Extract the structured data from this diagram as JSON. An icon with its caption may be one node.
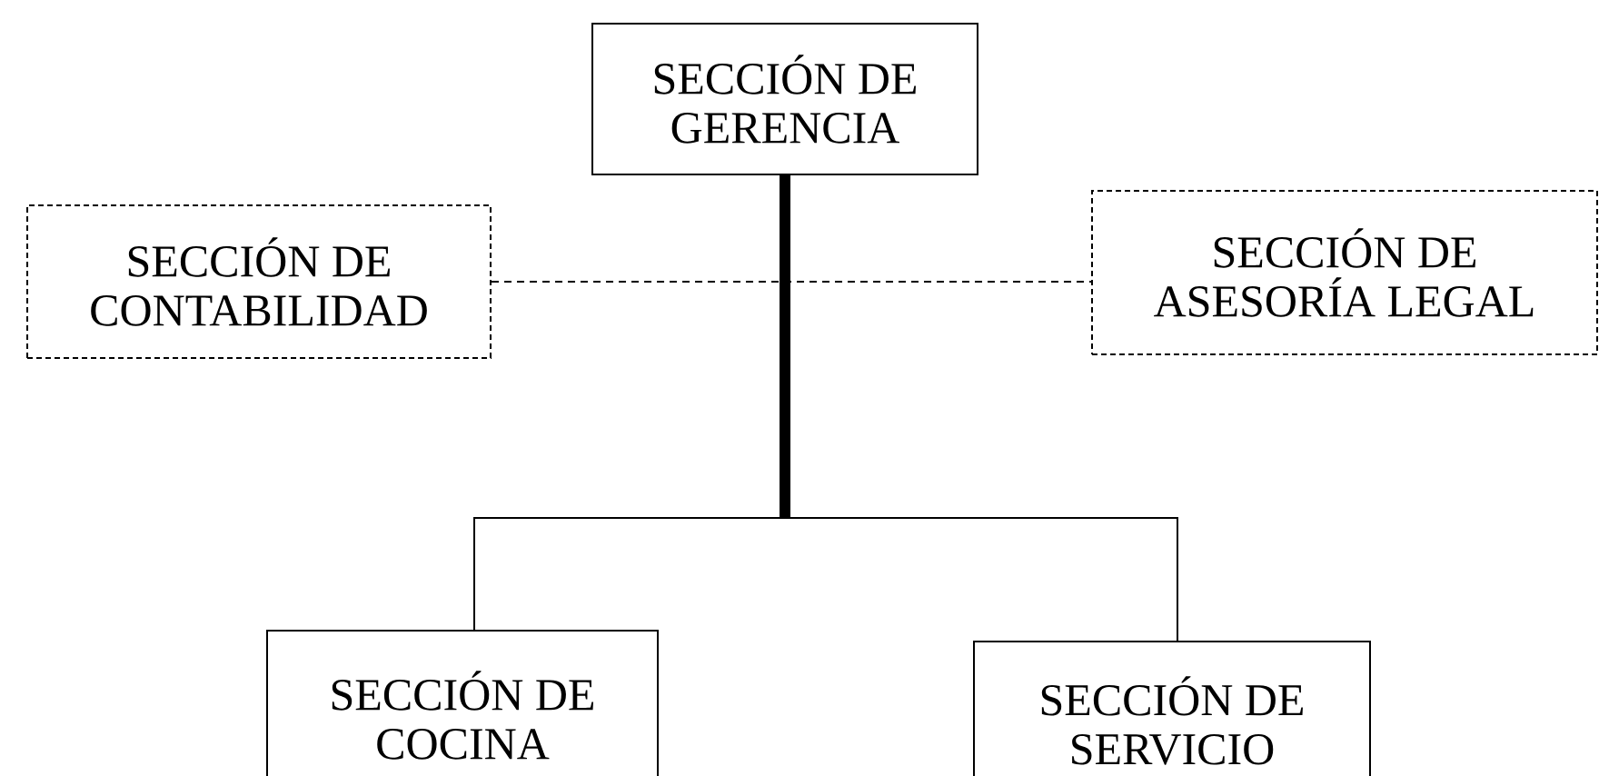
{
  "diagram": {
    "nodes": [
      {
        "text": [
          "SECCIÓN DE GERENCIA"
        ]
      },
      {
        "text": [
          "SECCIÓN DE CONTABILIDAD"
        ]
      },
      {
        "text": [
          "SECCIÓN DE ASESORÍA LEGAL"
        ]
      },
      {
        "text": [
          "SECCIÓN DE COCINA"
        ]
      },
      {
        "text": [
          "SECCIÓN DE SERVICIO"
        ]
      }
    ],
    "edges": [
      {
        "from": 0,
        "to": 3,
        "arrow": "none"
      },
      {
        "from": 0,
        "to": 4,
        "arrow": "none"
      },
      {
        "from": 1,
        "to": 2,
        "arrow": "none",
        "style": "dashed"
      }
    ]
  }
}
